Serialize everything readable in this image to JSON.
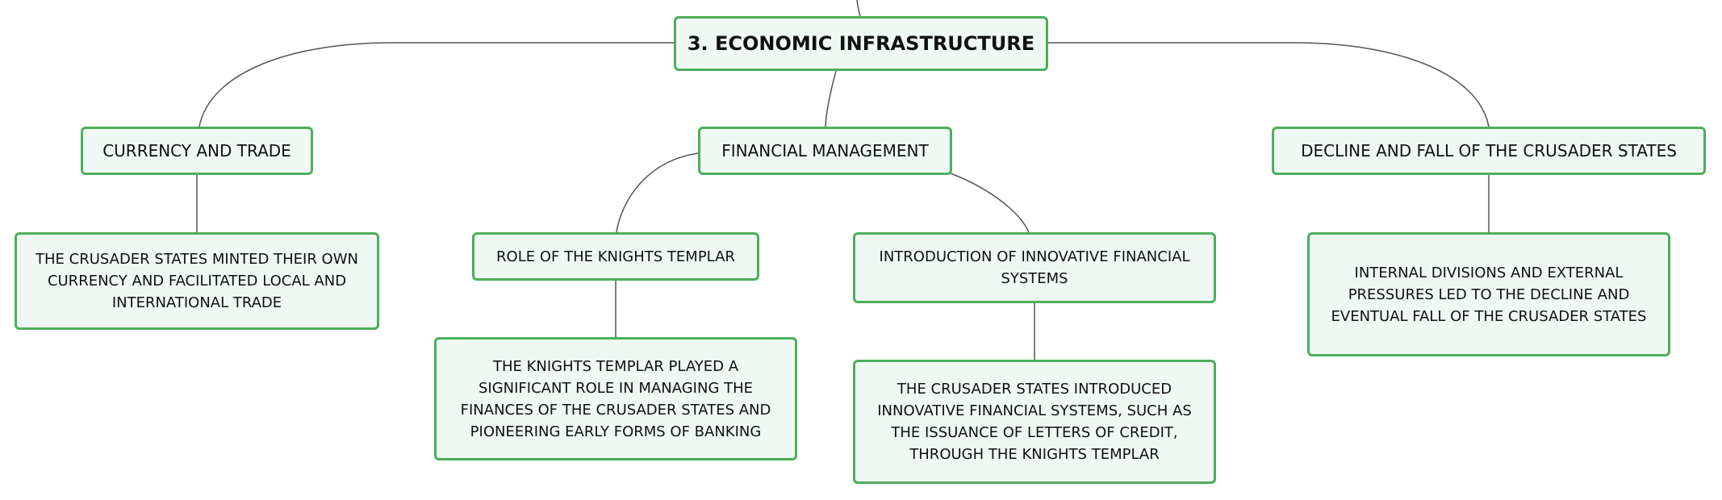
{
  "diagram": {
    "root": {
      "label": "3. ECONOMIC INFRASTRUCTURE"
    },
    "branches": [
      {
        "label": "CURRENCY AND TRADE",
        "detail": "THE CRUSADER STATES MINTED THEIR OWN CURRENCY AND FACILITATED LOCAL AND INTERNATIONAL TRADE"
      },
      {
        "label": "FINANCIAL MANAGEMENT",
        "children": [
          {
            "label": "ROLE OF THE KNIGHTS TEMPLAR",
            "detail": "THE KNIGHTS TEMPLAR PLAYED A SIGNIFICANT ROLE IN MANAGING THE FINANCES OF THE CRUSADER STATES AND PIONEERING EARLY FORMS OF BANKING"
          },
          {
            "label": "INTRODUCTION OF INNOVATIVE FINANCIAL SYSTEMS",
            "detail": "THE CRUSADER STATES INTRODUCED INNOVATIVE FINANCIAL SYSTEMS, SUCH AS THE ISSUANCE OF LETTERS OF CREDIT, THROUGH THE KNIGHTS TEMPLAR"
          }
        ]
      },
      {
        "label": "DECLINE AND FALL OF THE CRUSADER STATES",
        "detail": "INTERNAL DIVISIONS AND EXTERNAL PRESSURES LED TO THE DECLINE AND EVENTUAL FALL OF THE CRUSADER STATES"
      }
    ],
    "colors": {
      "node_border": "#4caf5a",
      "node_fill": "#f0f8f3",
      "connector": "#555555",
      "text": "#111111"
    }
  }
}
